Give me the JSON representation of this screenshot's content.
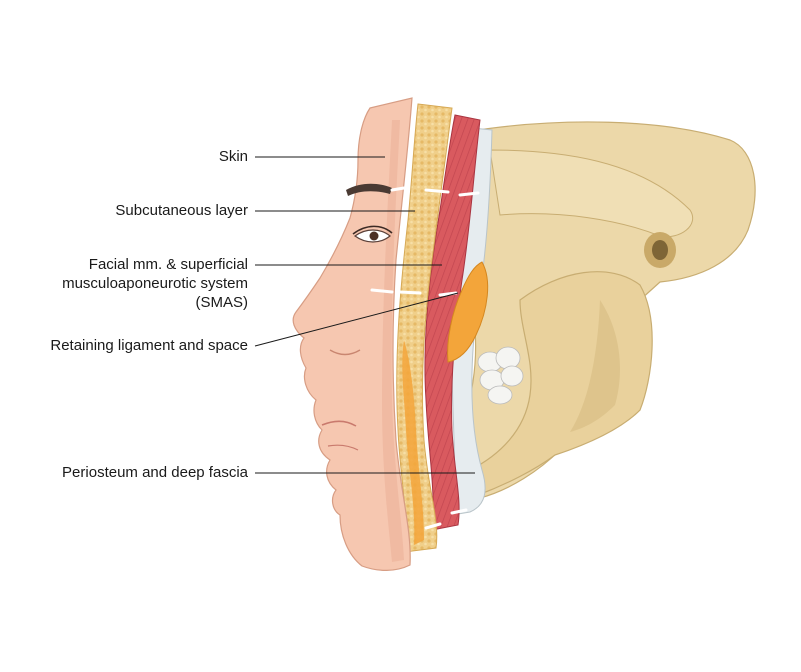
{
  "labels": {
    "skin": "Skin",
    "subcutaneous": "Subcutaneous layer",
    "facial_line1": "Facial mm. & superficial",
    "facial_line2": "musculoaponeurotic system",
    "facial_line3": "(SMAS)",
    "retaining": "Retaining ligament and space",
    "periosteum": "Periosteum and deep fascia"
  },
  "colors": {
    "skin": "#f6c7b0",
    "skin_shade": "#eeb59c",
    "fat": "#f0cf8a",
    "fat_orange": "#f3a53a",
    "muscle": "#d95a5f",
    "muscle_dark": "#b93c45",
    "fascia": "#e6ecef",
    "bone": "#ecd8a9",
    "bone_shade": "#d9bf86",
    "teeth": "#f5f5f2",
    "leader_line": "#1a1a1a"
  }
}
